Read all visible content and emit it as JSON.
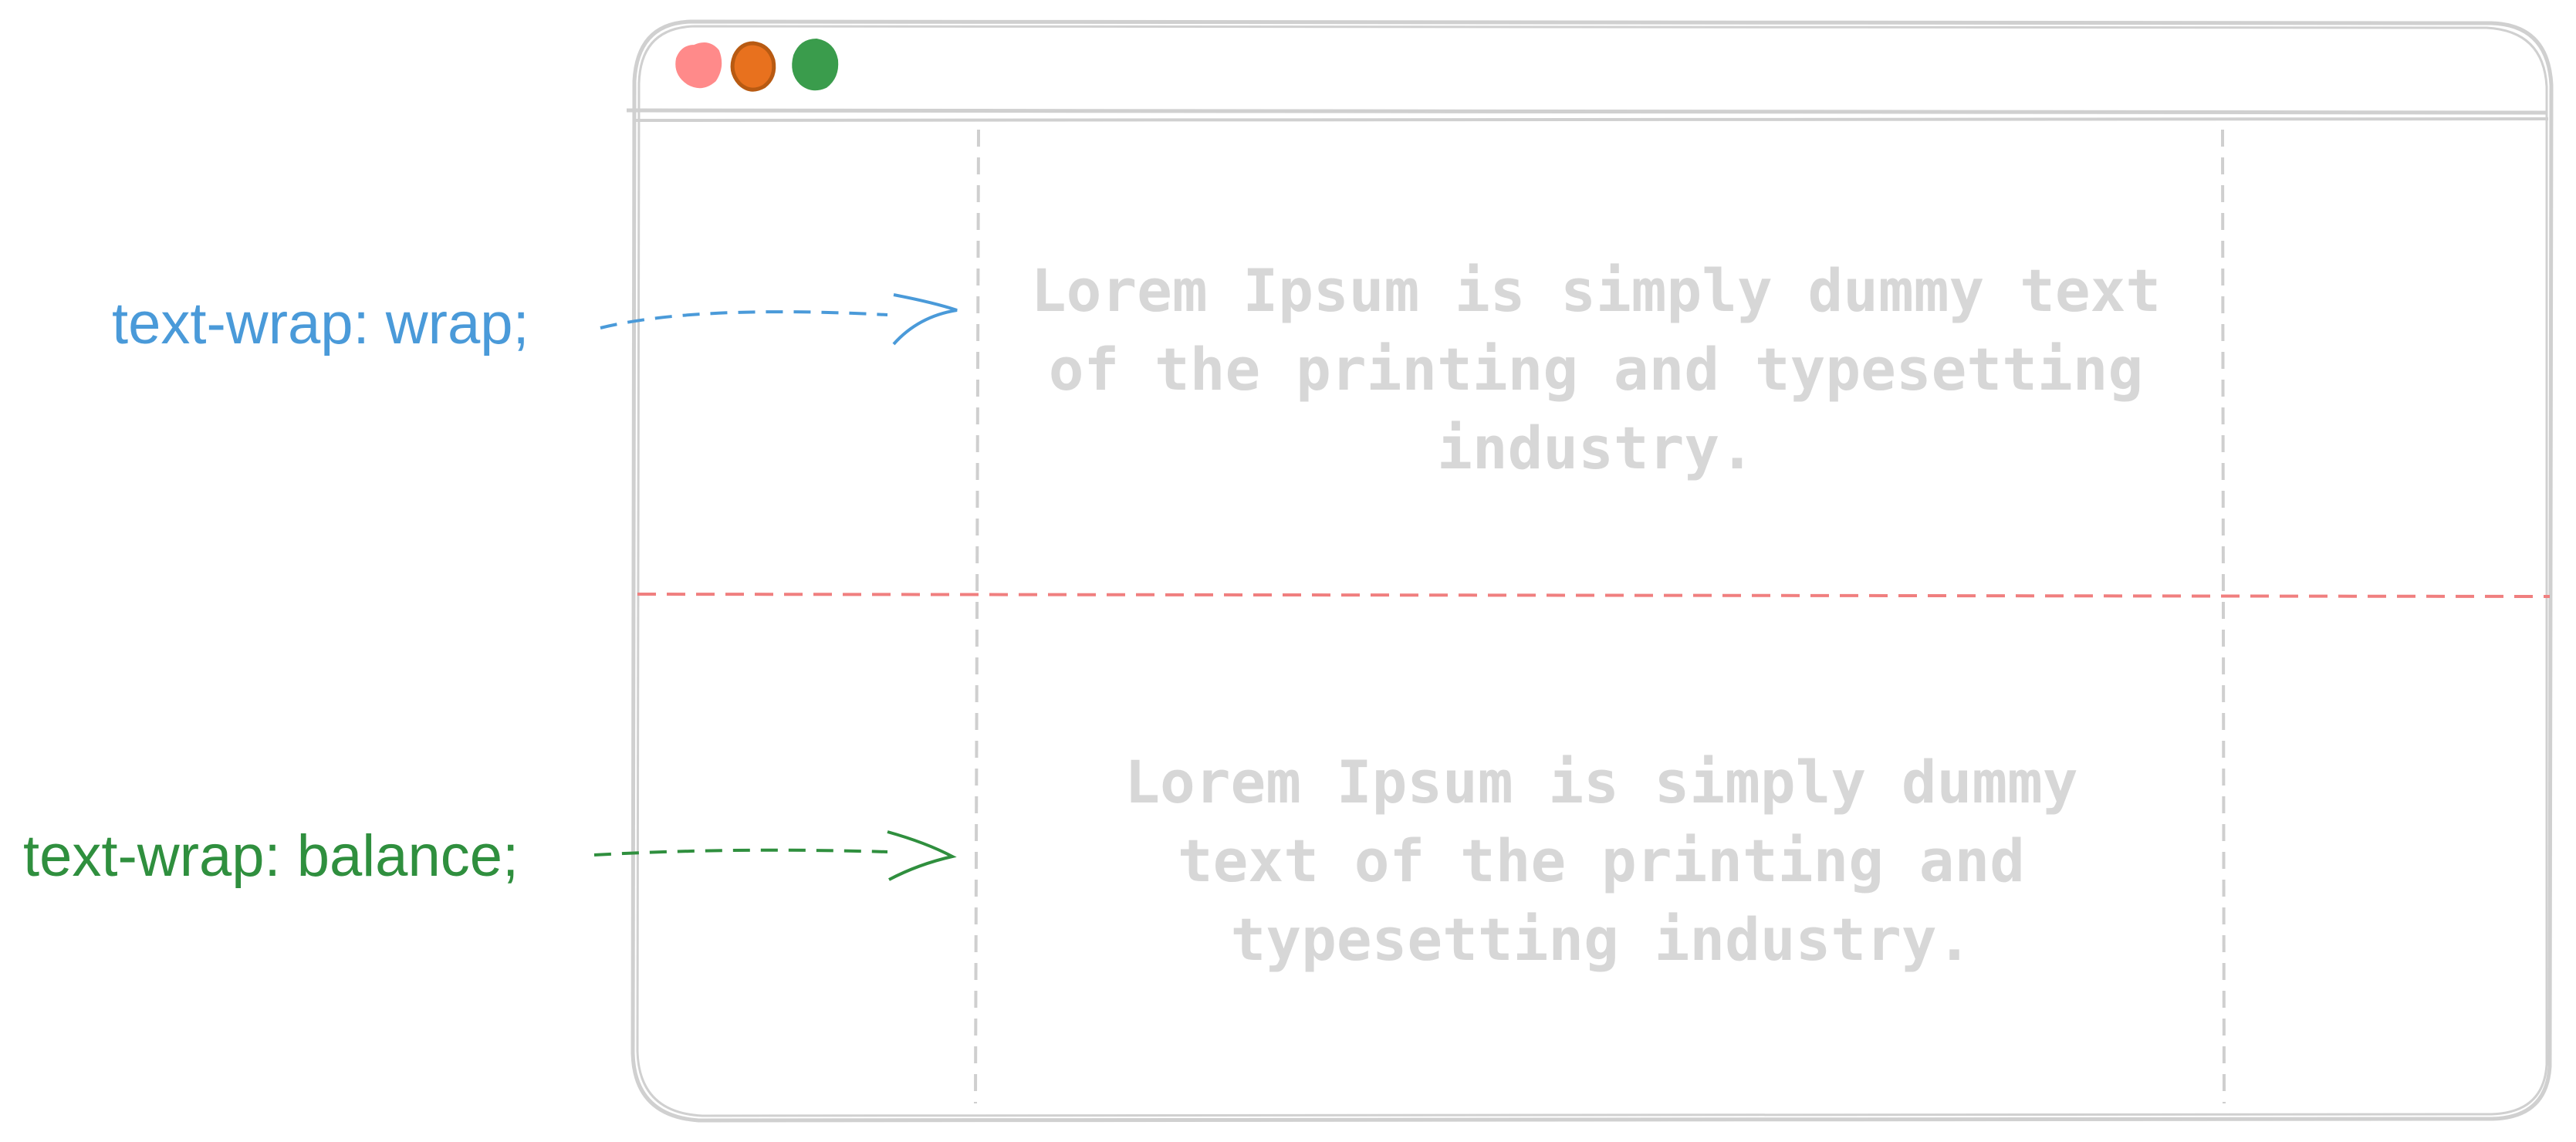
{
  "browser_window": {
    "traffic_lights": [
      {
        "name": "close-dot",
        "color": "#ff8a8a"
      },
      {
        "name": "minimize-dot",
        "color": "#e8711e"
      },
      {
        "name": "maximize-dot",
        "color": "#3a9c4c"
      }
    ]
  },
  "top_example": {
    "label": "text-wrap: wrap;",
    "label_color": "#4a9ad9",
    "lines": [
      "Lorem Ipsum is simply dummy text",
      "of the printing and typesetting",
      "industry."
    ]
  },
  "bottom_example": {
    "label": "text-wrap: balance;",
    "label_color": "#2f8f3e",
    "lines": [
      "Lorem Ipsum is simply dummy",
      "text of the printing and",
      "typesetting industry."
    ]
  },
  "colors": {
    "frame": "#d0d0d0",
    "guide": "#cfcfcf",
    "divider": "#f07f7f",
    "lorem_text": "#d7d7d7"
  }
}
